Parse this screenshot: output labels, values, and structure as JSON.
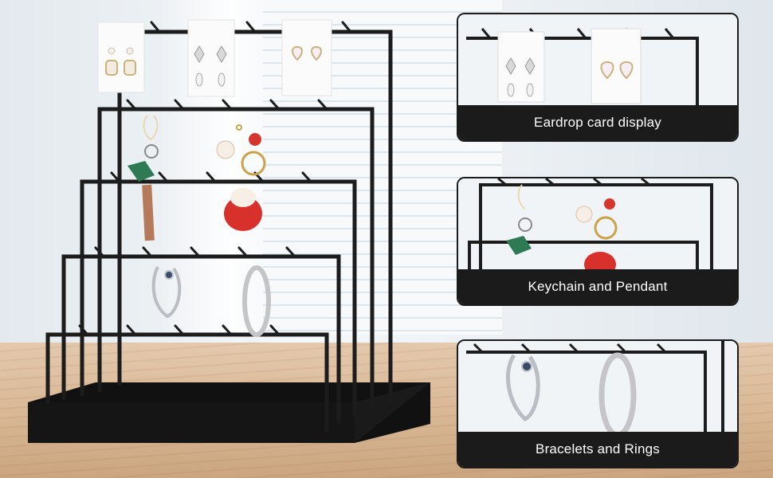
{
  "image": {
    "subject": "Black metal tiered jewelry display stand with earring cards, keychains and bracelets",
    "colors": {
      "metal": "#1c1c1c",
      "caption_bg": "#1b1b1b",
      "caption_text": "#ffffff",
      "floor": "#d8b794",
      "wall": "#eef2f5"
    }
  },
  "panels": [
    {
      "caption": "Eardrop card display"
    },
    {
      "caption": "Keychain and Pendant"
    },
    {
      "caption": "Bracelets and Rings"
    }
  ]
}
